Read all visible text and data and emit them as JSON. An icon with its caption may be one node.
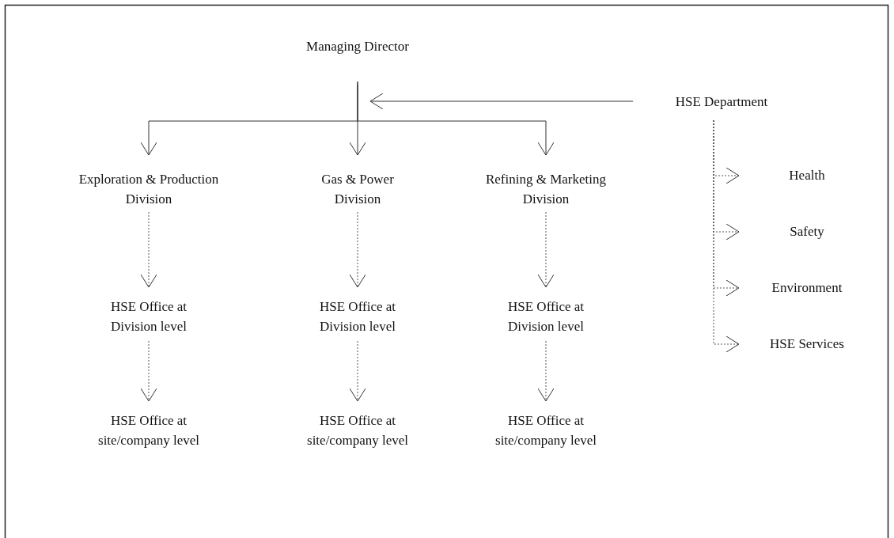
{
  "diagram": {
    "nodes": [
      {
        "text": [
          "Managing Director"
        ]
      },
      {
        "text": [
          "HSE Department"
        ]
      },
      {
        "text": [
          "Exploration & Production Division"
        ]
      },
      {
        "text": [
          "Gas & Power Division"
        ]
      },
      {
        "text": [
          "Refining & Marketing Division"
        ]
      },
      {
        "text": [
          "HSE Office at Division level"
        ]
      },
      {
        "text": [
          "HSE Office at Division level"
        ]
      },
      {
        "text": [
          "HSE Office at Division level"
        ]
      },
      {
        "text": [
          "HSE Office at site/company level"
        ]
      },
      {
        "text": [
          "HSE Office at site/company level"
        ]
      },
      {
        "text": [
          "HSE Office at site/company level"
        ]
      },
      {
        "text": [
          "Health"
        ]
      },
      {
        "text": [
          "Safety"
        ]
      },
      {
        "text": [
          "Environment"
        ]
      },
      {
        "text": [
          "HSE Services"
        ]
      }
    ],
    "edges": [
      {
        "from": 0,
        "to": 2,
        "arrow": "to"
      },
      {
        "from": 0,
        "to": 3,
        "arrow": "to"
      },
      {
        "from": 0,
        "to": 4,
        "arrow": "to"
      },
      {
        "from": 1,
        "to": null,
        "arrow": "to"
      },
      {
        "from": 2,
        "to": 5,
        "arrow": "to",
        "style": "dashed"
      },
      {
        "from": 3,
        "to": 6,
        "arrow": "to",
        "style": "dashed"
      },
      {
        "from": 4,
        "to": 7,
        "arrow": "to",
        "style": "dashed"
      },
      {
        "from": 5,
        "to": 8,
        "arrow": "to",
        "style": "dashed"
      },
      {
        "from": 6,
        "to": 9,
        "arrow": "to",
        "style": "dashed"
      },
      {
        "from": 7,
        "to": 10,
        "arrow": "to",
        "style": "dashed"
      },
      {
        "from": 1,
        "to": 11,
        "arrow": "to",
        "style": "dashed"
      },
      {
        "from": 1,
        "to": 12,
        "arrow": "to",
        "style": "dashed"
      },
      {
        "from": 1,
        "to": 13,
        "arrow": "to",
        "style": "dashed"
      },
      {
        "from": 1,
        "to": 14,
        "arrow": "to",
        "style": "dashed"
      }
    ]
  }
}
